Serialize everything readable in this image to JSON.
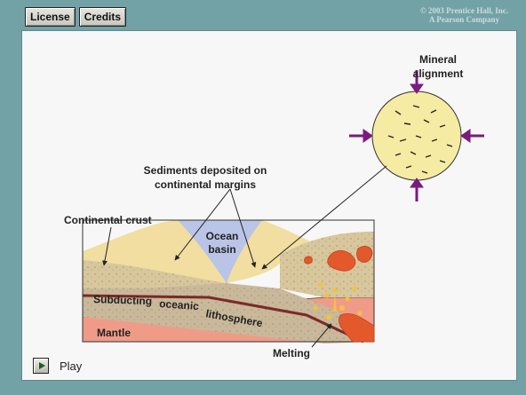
{
  "toolbar": {
    "license_label": "License",
    "credits_label": "Credits"
  },
  "copyright": {
    "line1": "© 2003 Prentice Hall, Inc.",
    "line2": "A Pearson Company"
  },
  "diagram": {
    "mineral_line1": "Mineral",
    "mineral_line2": "alignment",
    "sediments_line1": "Sediments deposited on",
    "sediments_line2": "continental margins",
    "continental_crust": "Continental crust",
    "ocean_line1": "Ocean",
    "ocean_line2": "basin",
    "subducting": "Subducting",
    "oceanic": "oceanic",
    "lithosphere": "lithosphere",
    "mantle": "Mantle",
    "melting": "Melting"
  },
  "controls": {
    "play_label": "Play",
    "play_icon": "play-icon"
  },
  "colors": {
    "frame": "#73a2a6",
    "arrow": "#7a1b7d",
    "mineral_fill": "#f6eba3",
    "magma": "#e3592c"
  }
}
